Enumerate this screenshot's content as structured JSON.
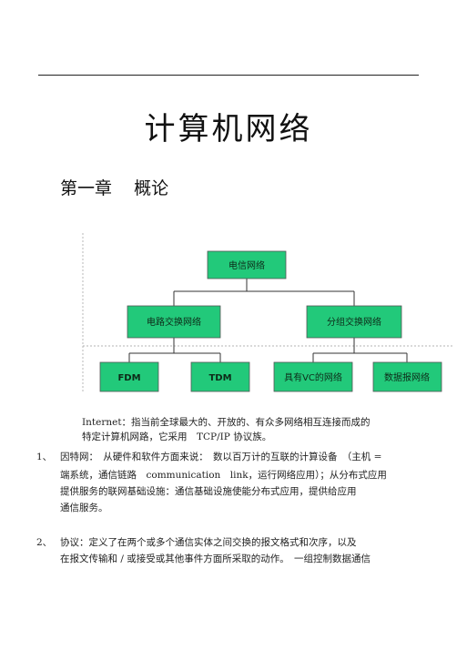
{
  "document": {
    "title": "计算机网络",
    "chapter_label": "第一章",
    "chapter_title": "概论"
  },
  "diagram": {
    "root": "电信网络",
    "level2": [
      "电路交换网络",
      "分组交换网络"
    ],
    "level3": [
      "FDM",
      "TDM",
      "具有VC的网络",
      "数据报网络"
    ],
    "box_color": "#22c97a"
  },
  "paragraphs": {
    "internet": {
      "line1": "Internet：指当前全球最大的、开放的、有众多网络相互连接而成的",
      "line2": "特定计算机网路，它采用　TCP/IP 协议族。"
    },
    "item1": {
      "number": "1、",
      "line1": "因特网：　从硬件和软件方面来说：　数以百万计的互联的计算设备　（主机 =",
      "line2": "端系统，通信链路　communication　link，运行网络应用）；从分布式应用",
      "line3": "提供服务的联网基础设施：通信基础设施使能分布式应用，提供给应用",
      "line4": "通信服务。"
    },
    "item2": {
      "number": "2、",
      "line1": "协议：定义了在两个或多个通信实体之间交换的报文格式和次序，以及",
      "line2": "在报文传输和 / 或接受或其他事件方面所采取的动作。　一组控制数据通信"
    }
  }
}
